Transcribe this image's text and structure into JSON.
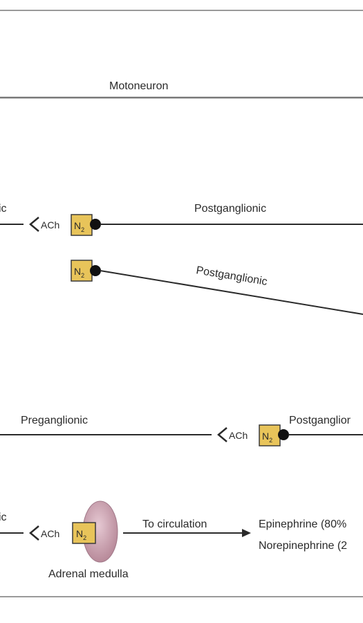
{
  "diagram": {
    "motoneuron": "Motoneuron",
    "row1": {
      "left_label_fragment": "ic",
      "transmitter": "ACh",
      "receptor": "N",
      "receptor_sub": "2",
      "post_label": "Postganglionic"
    },
    "row2": {
      "receptor": "N",
      "receptor_sub": "2",
      "post_label": "Postganglionic"
    },
    "row3": {
      "pre_label": "Preganglionic",
      "transmitter": "ACh",
      "receptor": "N",
      "receptor_sub": "2",
      "post_label": "Postganglior"
    },
    "row4": {
      "left_label_fragment": "ic",
      "transmitter": "ACh",
      "receptor": "N",
      "receptor_sub": "2",
      "organ_label": "Adrenal medulla",
      "arrow_label": "To circulation",
      "output_1": "Epinephrine (80%",
      "output_2": "Norepinephrine (2"
    }
  },
  "colors": {
    "line": "#2a2a2a",
    "divider": "#9a9a9a",
    "receptor_fill": "#e8c45a",
    "receptor_border": "#3a3a3a",
    "adrenal_fill": "#c8a4b0"
  }
}
